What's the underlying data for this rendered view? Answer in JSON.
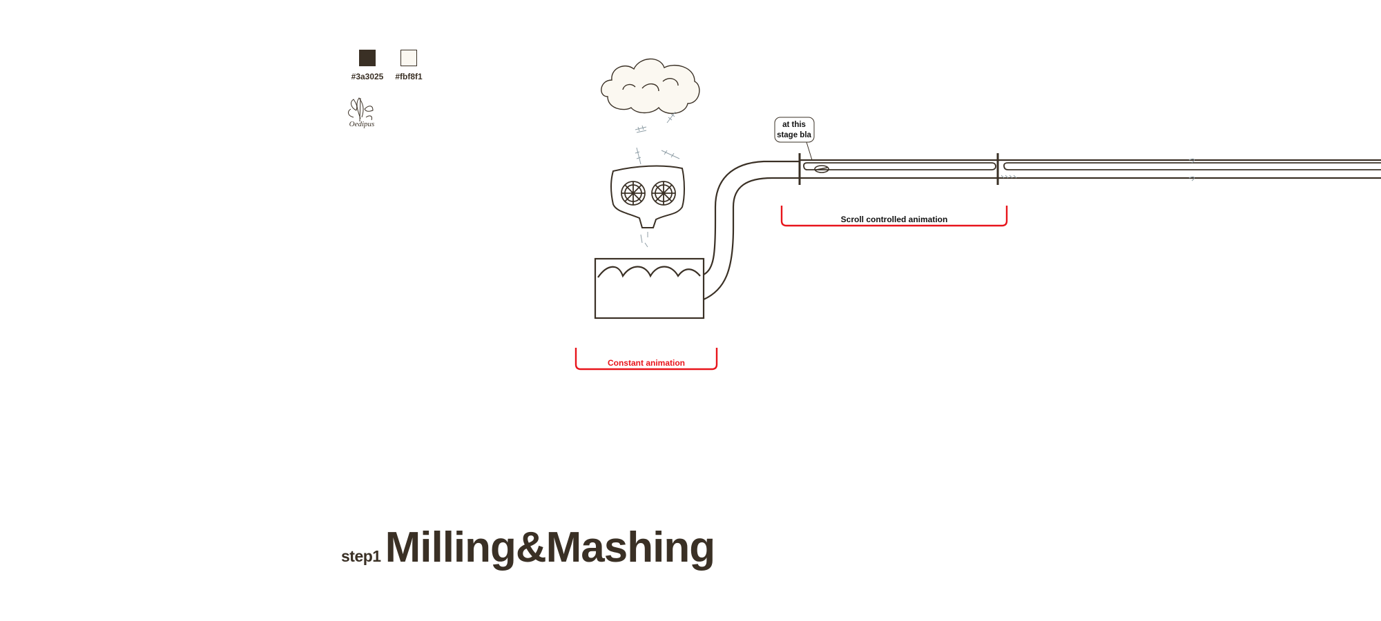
{
  "palette": {
    "dark": {
      "hex": "#3a3025",
      "label": "#3a3025"
    },
    "light": {
      "hex": "#fbf8f1",
      "label": "#fbf8f1"
    }
  },
  "logo": {
    "text": "Oedipus",
    "icon": "hop-icon"
  },
  "annotations": {
    "bubble_line1": "at this",
    "bubble_line2": "stage bla",
    "scroll_label": "Scroll controlled animation",
    "constant_label": "Constant animation",
    "bracket_color": "#e8141b"
  },
  "step": {
    "number": "step1",
    "name": "Milling&Mashing"
  },
  "icons": [
    "cloud-icon",
    "grain-icon",
    "mill-gear-icon",
    "mash-tank-icon",
    "pipe-icon",
    "seed-icon"
  ]
}
